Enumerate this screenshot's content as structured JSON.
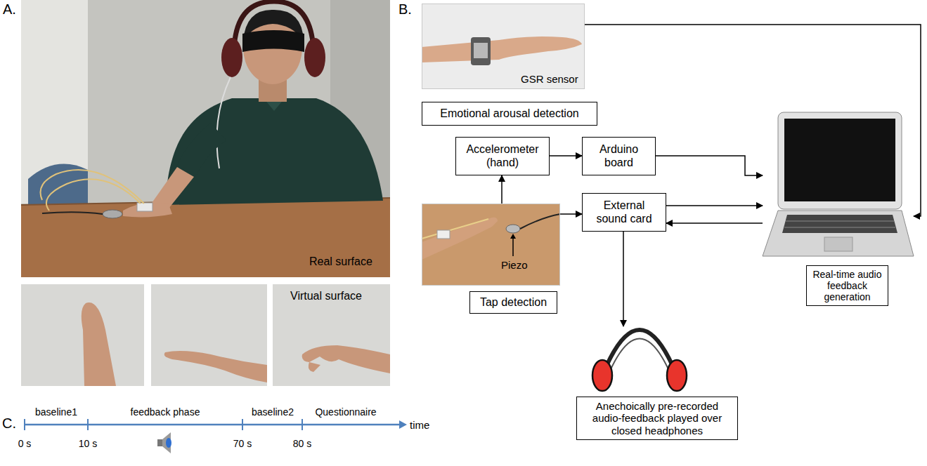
{
  "diagram": {
    "nodes": [
      {
        "text": [
          "GSR sensor"
        ]
      },
      {
        "text": [
          "Emotional arousal detection"
        ]
      },
      {
        "text": [
          "Accelerometer (hand)"
        ]
      },
      {
        "text": [
          "Arduino board"
        ]
      },
      {
        "text": [
          "Piezo"
        ]
      },
      {
        "text": [
          "Tap detection"
        ]
      },
      {
        "text": [
          "External sound card"
        ]
      },
      {
        "text": [
          "Real-time audio feedback generation"
        ]
      },
      {
        "text": [
          "Anechoically pre-recorded audio-feedback played over closed headphones"
        ]
      }
    ],
    "edges": [
      {
        "from": 0,
        "to": 7,
        "arrow": "to"
      },
      {
        "from": 4,
        "to": 2,
        "arrow": "to"
      },
      {
        "from": 2,
        "to": 3,
        "arrow": "to"
      },
      {
        "from": 3,
        "to": 7,
        "arrow": "to"
      },
      {
        "from": 4,
        "to": 6,
        "arrow": "to"
      },
      {
        "from": 6,
        "to": 7,
        "arrow": "to"
      },
      {
        "from": 7,
        "to": 6,
        "arrow": "to"
      },
      {
        "from": 6,
        "to": 8,
        "arrow": "to"
      }
    ],
    "labels": [
      "A.",
      "Real surface",
      "Virtual surface",
      "B.",
      "C.",
      "baseline1",
      "feedback phase",
      "baseline2",
      "Questionnaire",
      "time",
      "0 s",
      "10 s",
      "70 s",
      "80 s"
    ]
  }
}
